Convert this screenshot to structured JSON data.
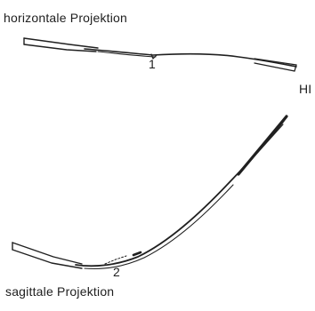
{
  "labels": {
    "top_title": "horizontale Projektion",
    "bottom_title": "sagittale Projektion",
    "marker_1": "1",
    "marker_2": "2",
    "right_abbrev": "HI"
  },
  "colors": {
    "ink": "#202020",
    "fill": "#e6e6e6",
    "background": "#ffffff"
  }
}
